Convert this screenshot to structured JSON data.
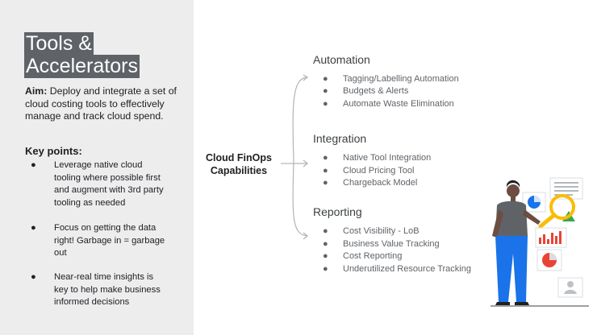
{
  "left": {
    "title_line1": "Tools &",
    "title_line2": "Accelerators",
    "aim_label": "Aim:",
    "aim_text": " Deploy and integrate a set of cloud costing tools to effectively manage and track cloud spend.",
    "key_points_heading": "Key points:",
    "key_points": [
      "Leverage native cloud tooling where possible first and augment with 3rd party tooling as needed",
      "Focus on getting the data right! Garbage in = garbage out",
      "Near-real time insights is key to help make business informed decisions"
    ]
  },
  "center": {
    "label": "Cloud FinOps Capabilities"
  },
  "sections": [
    {
      "title": "Automation",
      "items": [
        "Tagging/Labelling Automation",
        "Budgets & Alerts",
        "Automate Waste Elimination"
      ]
    },
    {
      "title": "Integration",
      "items": [
        "Native Tool Integration",
        "Cloud Pricing Tool",
        "Chargeback Model"
      ]
    },
    {
      "title": "Reporting",
      "items": [
        "Cost Visibility - LoB",
        "Business Value Tracking",
        "Cost Reporting",
        "Underutilized Resource Tracking"
      ]
    }
  ],
  "bullet_char": "●",
  "colors": {
    "panel_bg": "#ededee",
    "title_bg": "#5f6368",
    "brace": "#b0b4b8",
    "accent_yellow": "#fbbc04",
    "accent_green": "#34a853",
    "accent_blue": "#1a73e8",
    "accent_red": "#ea4335"
  }
}
